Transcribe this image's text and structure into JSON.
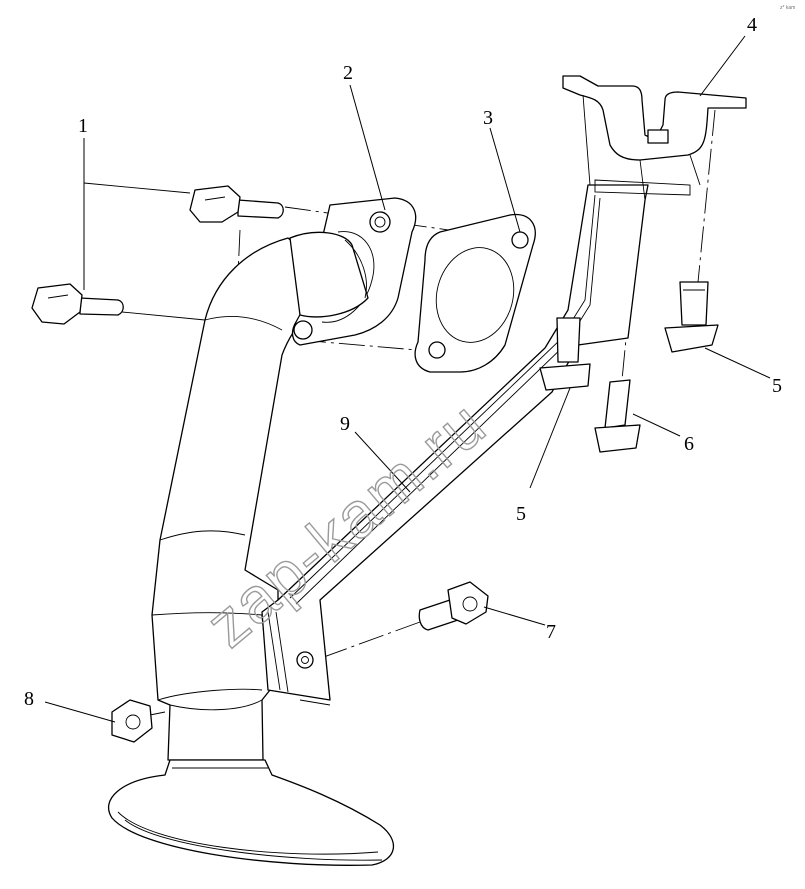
{
  "diagram": {
    "callouts": [
      {
        "id": "1",
        "label": "1"
      },
      {
        "id": "2",
        "label": "2"
      },
      {
        "id": "3",
        "label": "3"
      },
      {
        "id": "4",
        "label": "4"
      },
      {
        "id": "5a",
        "label": "5"
      },
      {
        "id": "5b",
        "label": "5"
      },
      {
        "id": "6",
        "label": "6"
      },
      {
        "id": "7",
        "label": "7"
      },
      {
        "id": "8",
        "label": "8"
      },
      {
        "id": "9",
        "label": "9"
      }
    ],
    "watermark": "zap-kam.ru",
    "corner_mark": "z* kam"
  }
}
